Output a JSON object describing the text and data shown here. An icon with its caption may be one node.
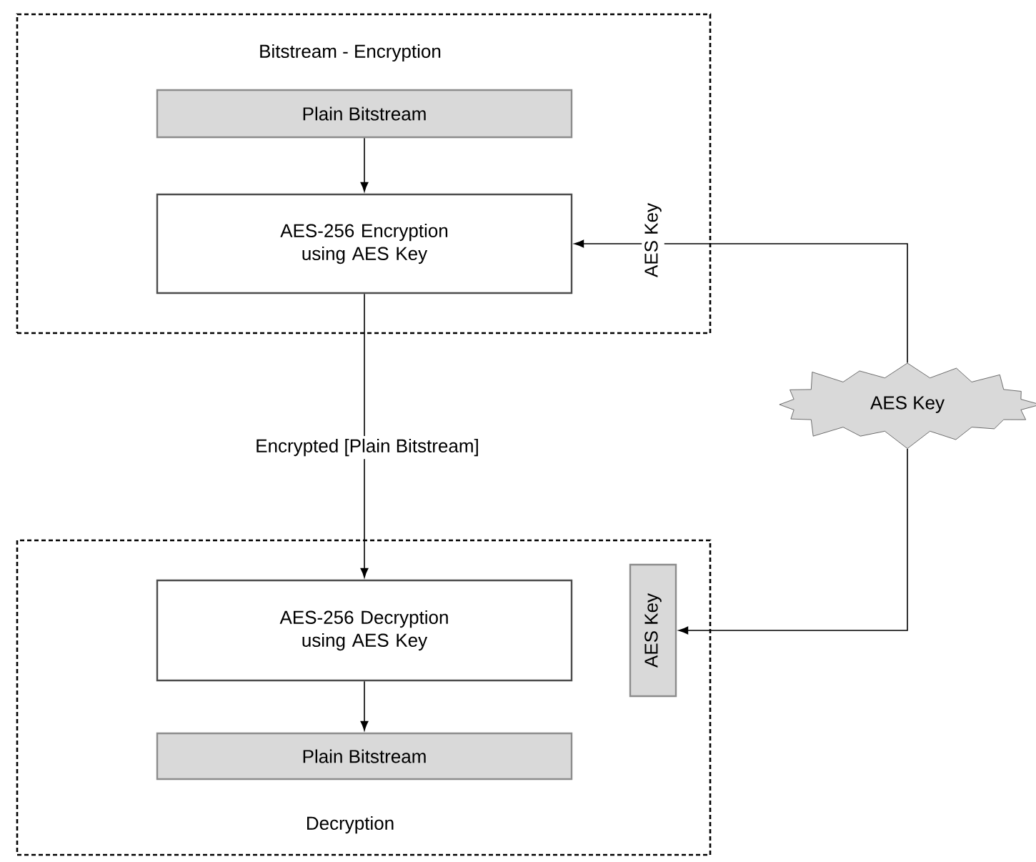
{
  "diagram": {
    "nodes": [
      {
        "text": [
          "Bitstream - Encryption"
        ]
      },
      {
        "text": [
          "Plain Bitstream"
        ],
        "in": 0
      },
      {
        "text": [
          "AES-256 Encryption using AES Key"
        ],
        "in": 0
      },
      {
        "text": [
          "AES Key"
        ]
      },
      {
        "text": [
          "Decryption"
        ]
      },
      {
        "text": [
          "AES-256 Decryption using AES Key"
        ],
        "in": 4
      },
      {
        "text": [
          "Plain Bitstream"
        ],
        "in": 4
      },
      {
        "text": [
          "AES Key"
        ],
        "in": 4
      }
    ],
    "edges": [
      {
        "from": 1,
        "to": 2,
        "arrow": "to"
      },
      {
        "from": 3,
        "to": 2,
        "arrow": "to",
        "label": "AES Key"
      },
      {
        "from": 2,
        "to": 5,
        "arrow": "to",
        "label": "Encrypted [Plain Bitstream]"
      },
      {
        "from": 3,
        "to": 7,
        "arrow": "to"
      },
      {
        "from": 5,
        "to": 6,
        "arrow": "to"
      }
    ]
  }
}
